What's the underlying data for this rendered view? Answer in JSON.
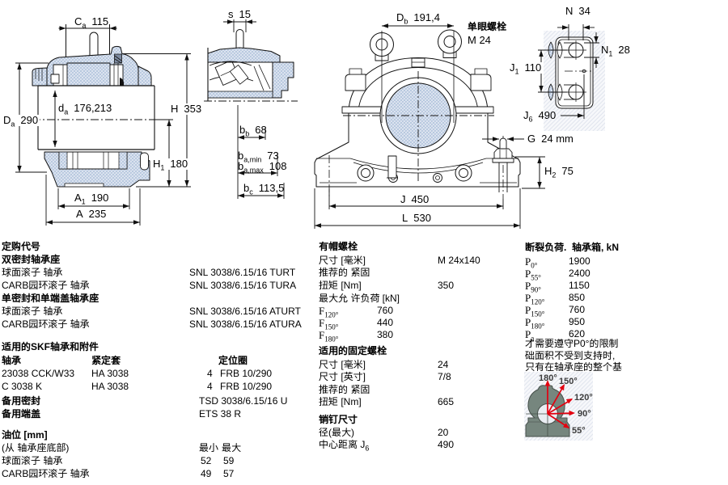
{
  "dims": {
    "ca": {
      "m": "C",
      "s": "a",
      "v": "115"
    },
    "da": {
      "m": "D",
      "s": "a",
      "v": "290"
    },
    "dasm": {
      "m": "d",
      "s": "a",
      "v": "176,213"
    },
    "h": {
      "m": "H",
      "v": "353"
    },
    "h1": {
      "m": "H",
      "s": "1",
      "v": "180"
    },
    "a1": {
      "m": "A",
      "s": "1",
      "v": "190"
    },
    "a": {
      "m": "A",
      "v": "235"
    },
    "s": {
      "m": "s",
      "v": "15"
    },
    "bb": {
      "m": "b",
      "s": "b",
      "v": "68"
    },
    "bamin": {
      "m": "b",
      "s": "a,min",
      "v": "73"
    },
    "bamax": {
      "m": "b",
      "s": "a,max",
      "v": "108"
    },
    "bc": {
      "m": "b",
      "s": "c",
      "v": "113,5"
    },
    "db": {
      "m": "D",
      "s": "b",
      "v": "191,4"
    },
    "eyebolt_label": "单眼螺栓",
    "eyebolt_size": "M 24",
    "j": {
      "m": "J",
      "v": "450"
    },
    "l": {
      "m": "L",
      "v": "530"
    },
    "g": {
      "m": "G",
      "v": "24 mm"
    },
    "h2": {
      "m": "H",
      "s": "2",
      "v": "75"
    },
    "n": {
      "m": "N",
      "v": "34"
    },
    "n1": {
      "m": "N",
      "s": "1",
      "v": "28"
    },
    "j1": {
      "m": "J",
      "s": "1",
      "v": "110"
    },
    "j6": {
      "m": "J",
      "s": "6",
      "v": "490"
    }
  },
  "sections": {
    "ordering": {
      "title": "定购代号",
      "double_seal_title": "双密封轴承座",
      "double_rows": [
        {
          "label": "球面滚子 轴承",
          "value": "SNL 3038/6.15/16 TURT"
        },
        {
          "label": "CARB园环滚子 轴承",
          "value": "SNL 3038/6.15/16 TURA"
        }
      ],
      "single_seal_title": "单密封和单端盖轴承座",
      "single_rows": [
        {
          "label": "球面滚子 轴承",
          "value": "SNL 3038/6.15/16 ATURT"
        },
        {
          "label": "CARB园环滚子 轴承",
          "value": "SNL 3038/6.15/16 ATURA"
        }
      ]
    },
    "bearings": {
      "title": "适用的SKF轴承和附件",
      "col_bearing": "轴承",
      "col_sleeve": "紧定套",
      "col_ring": "定位圈",
      "rows": [
        {
          "bearing": "23038 CCK/W33",
          "sleeve": "HA 3038",
          "qty": "4",
          "ring": "FRB 10/290"
        },
        {
          "bearing": "C 3038 K",
          "sleeve": "HA 3038",
          "qty": "4",
          "ring": "FRB 10/290"
        }
      ],
      "spare_seal_label": "备用密封",
      "spare_seal_value": "TSD 3038/6.15/16 U",
      "spare_cover_label": "备用端盖",
      "spare_cover_value": "ETS 38 R"
    },
    "oil": {
      "title": "油位 [mm]",
      "from_label": "(从 轴承座底部)",
      "min_header": "最小",
      "max_header": "最大",
      "rows": [
        {
          "label": "球面滚子 轴承",
          "min": "52",
          "max": "59"
        },
        {
          "label": "CARB园环滚子 轴承",
          "min": "49",
          "max": "57"
        }
      ]
    },
    "cap_bolts": {
      "title": "有帽螺栓",
      "size_label": "尺寸 [毫米]",
      "size_value": "M 24x140",
      "rec_label": "推荐的 紧固",
      "torque_label": "扭矩 [Nm]",
      "torque_value": "350",
      "max_load_label": "最大允 许负荷 [kN]",
      "loads": [
        {
          "sym": "F",
          "sub": "120°",
          "value": "760"
        },
        {
          "sym": "F",
          "sub": "150°",
          "value": "440"
        },
        {
          "sym": "F",
          "sub": "180°",
          "value": "380"
        }
      ]
    },
    "fixing_bolts": {
      "title": "适用的固定螺栓",
      "size_mm_label": "尺寸 [毫米]",
      "size_mm_value": "24",
      "size_in_label": "尺寸 [英寸]",
      "size_in_value": "7/8",
      "rec_label": "推荐的 紧固",
      "torque_label": "扭矩 [Nm]",
      "torque_value": "665"
    },
    "pins": {
      "title": "销钉尺寸",
      "dia_label": "径(最大)",
      "dia_value": "20",
      "center_label": "中心距离 J",
      "center_sub": "6",
      "center_value": "490"
    },
    "breaking": {
      "title": "断裂负荷.  轴承箱, kN",
      "rows": [
        {
          "sym": "P",
          "sub": "0°",
          "value": "1900"
        },
        {
          "sym": "P",
          "sub": "55°",
          "value": "2400"
        },
        {
          "sym": "P",
          "sub": "90°",
          "value": "1150"
        },
        {
          "sym": "P",
          "sub": "120°",
          "value": "850"
        },
        {
          "sym": "P",
          "sub": "150°",
          "value": "760"
        },
        {
          "sym": "P",
          "sub": "180°",
          "value": "950"
        },
        {
          "sym": "P",
          "sub": "a",
          "value": "620"
        }
      ],
      "note_lines": [
        "才需要遵守P0°的限制",
        "础面积不受到支持时,",
        "只有在轴承座的整个基"
      ],
      "angle_labels": [
        "180°",
        "150°",
        "120°",
        "90°",
        "55°"
      ]
    }
  },
  "colors": {
    "hatch_fill": "#ccd7e8",
    "line": "#1a1a1a",
    "arrow_red": "#e3000f",
    "housing_gray": "#76867e",
    "note_gray": "#3c3c3c"
  }
}
